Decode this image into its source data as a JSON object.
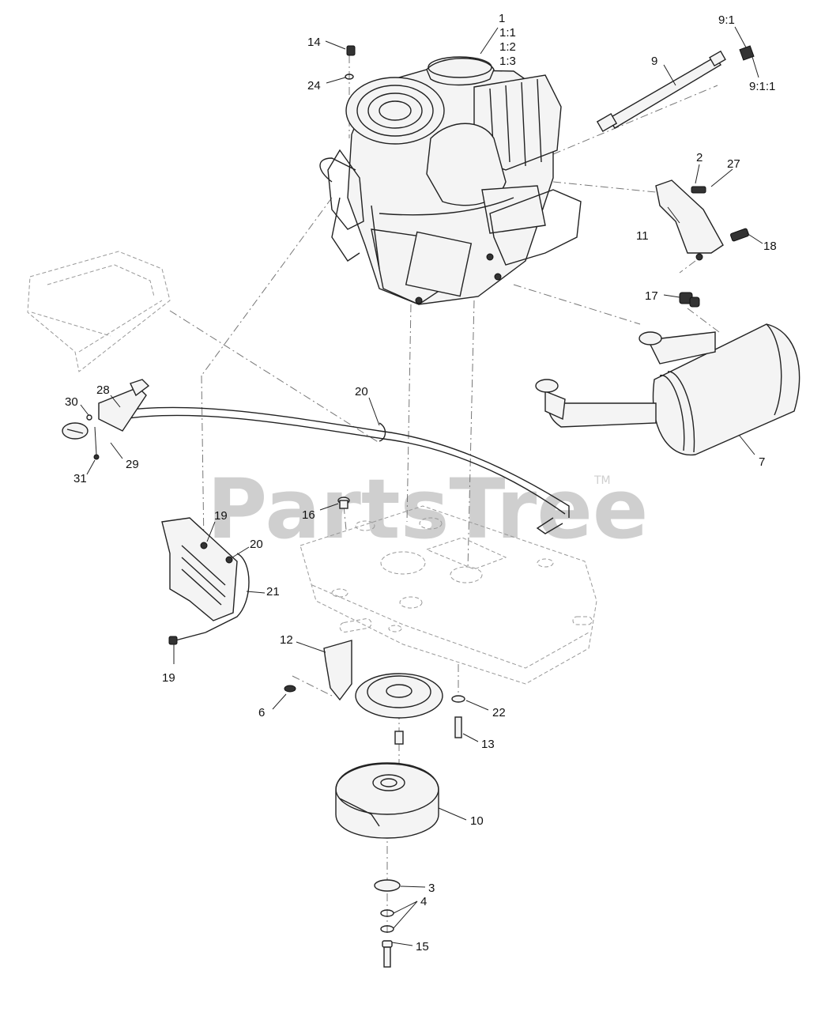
{
  "watermark": {
    "text": "PartsTree",
    "trademark": "TM"
  },
  "callouts": {
    "c1": "1",
    "c1_1": "1:1",
    "c1_2": "1:2",
    "c1_3": "1:3",
    "c2": "2",
    "c3": "3",
    "c4": "4",
    "c6": "6",
    "c7": "7",
    "c9": "9",
    "c9_1": "9:1",
    "c9_1_1": "9:1:1",
    "c10": "10",
    "c11": "11",
    "c12": "12",
    "c13": "13",
    "c14": "14",
    "c15": "15",
    "c16": "16",
    "c17": "17",
    "c18": "18",
    "c19a": "19",
    "c19b": "19",
    "c20a": "20",
    "c20b": "20",
    "c21": "21",
    "c22": "22",
    "c24": "24",
    "c27": "27",
    "c28": "28",
    "c29": "29",
    "c30": "30",
    "c31": "31"
  }
}
